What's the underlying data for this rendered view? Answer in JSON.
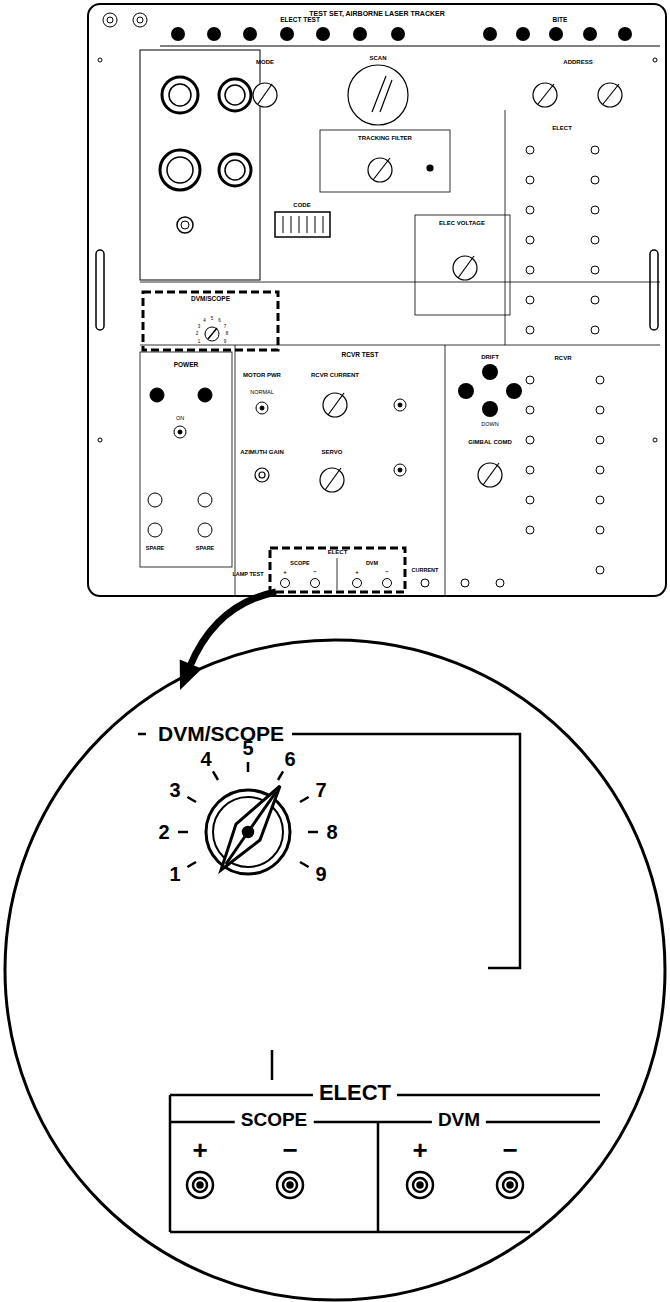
{
  "diagram": {
    "nodes": [
      {
        "text": [
          "TEST SET, AIRBORNE LASER TRACKER"
        ]
      },
      {
        "text": [
          "DVM/SCOPE"
        ],
        "in": 0
      },
      {
        "text": [
          "ELECT"
        ],
        "in": 0
      },
      {
        "text": [
          "DVM/SCOPE"
        ]
      },
      {
        "text": [
          "ELECT"
        ]
      },
      {
        "text": [
          "SCOPE"
        ],
        "in": 4
      },
      {
        "text": [
          "DVM"
        ],
        "in": 4
      }
    ],
    "edges": [
      {
        "from": 2,
        "to": 3,
        "arrow": "to"
      }
    ],
    "labels": [
      "ELECT TEST",
      "BITE",
      "MODE",
      "SCAN",
      "ADDRESS",
      "TRACKING FILTER",
      "CODE",
      "ELEC VOLTAGE",
      "ELECT",
      "POWER",
      "MOTOR PWR",
      "NORMAL",
      "RCVR CURRENT",
      "RCVR TEST",
      "DRIFT",
      "DOWN",
      "GIMBAL COMD",
      "AZIMUTH GAIN",
      "SERVO",
      "SPARE",
      "SPARE",
      "LAMP TEST",
      "CURRENT",
      "RCVR",
      "ON",
      "1",
      "2",
      "3",
      "4",
      "5",
      "6",
      "7",
      "8",
      "9",
      "SCOPE",
      "DVM",
      "+",
      "−",
      "+",
      "−",
      "1",
      "2",
      "3",
      "4",
      "5",
      "6",
      "7",
      "8",
      "9",
      "+",
      "−",
      "+",
      "−"
    ]
  }
}
